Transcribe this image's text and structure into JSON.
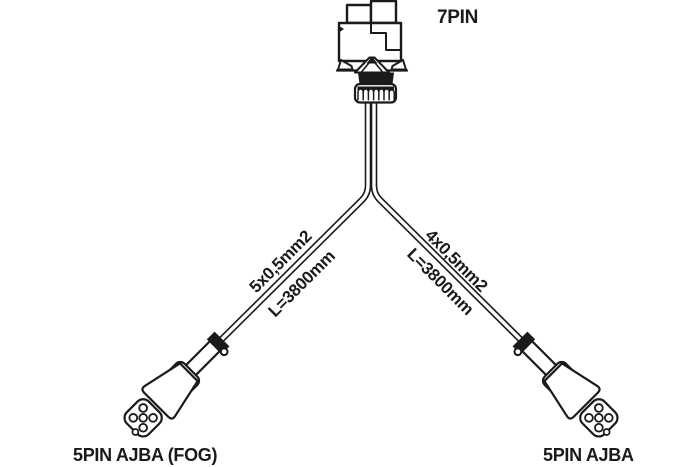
{
  "diagram": {
    "top_connector_label": "7PIN",
    "bottom_left_connector_label": "5PIN AJBA (FOG)",
    "bottom_right_connector_label": "5PIN AJBA",
    "left_cable": {
      "spec": "5x0,5mm2",
      "length": "L=3800mm"
    },
    "right_cable": {
      "spec": "4x0,5mm2",
      "length": "L=3800mm"
    }
  },
  "colors": {
    "line": "#1a1a1a",
    "background": "#ffffff"
  }
}
